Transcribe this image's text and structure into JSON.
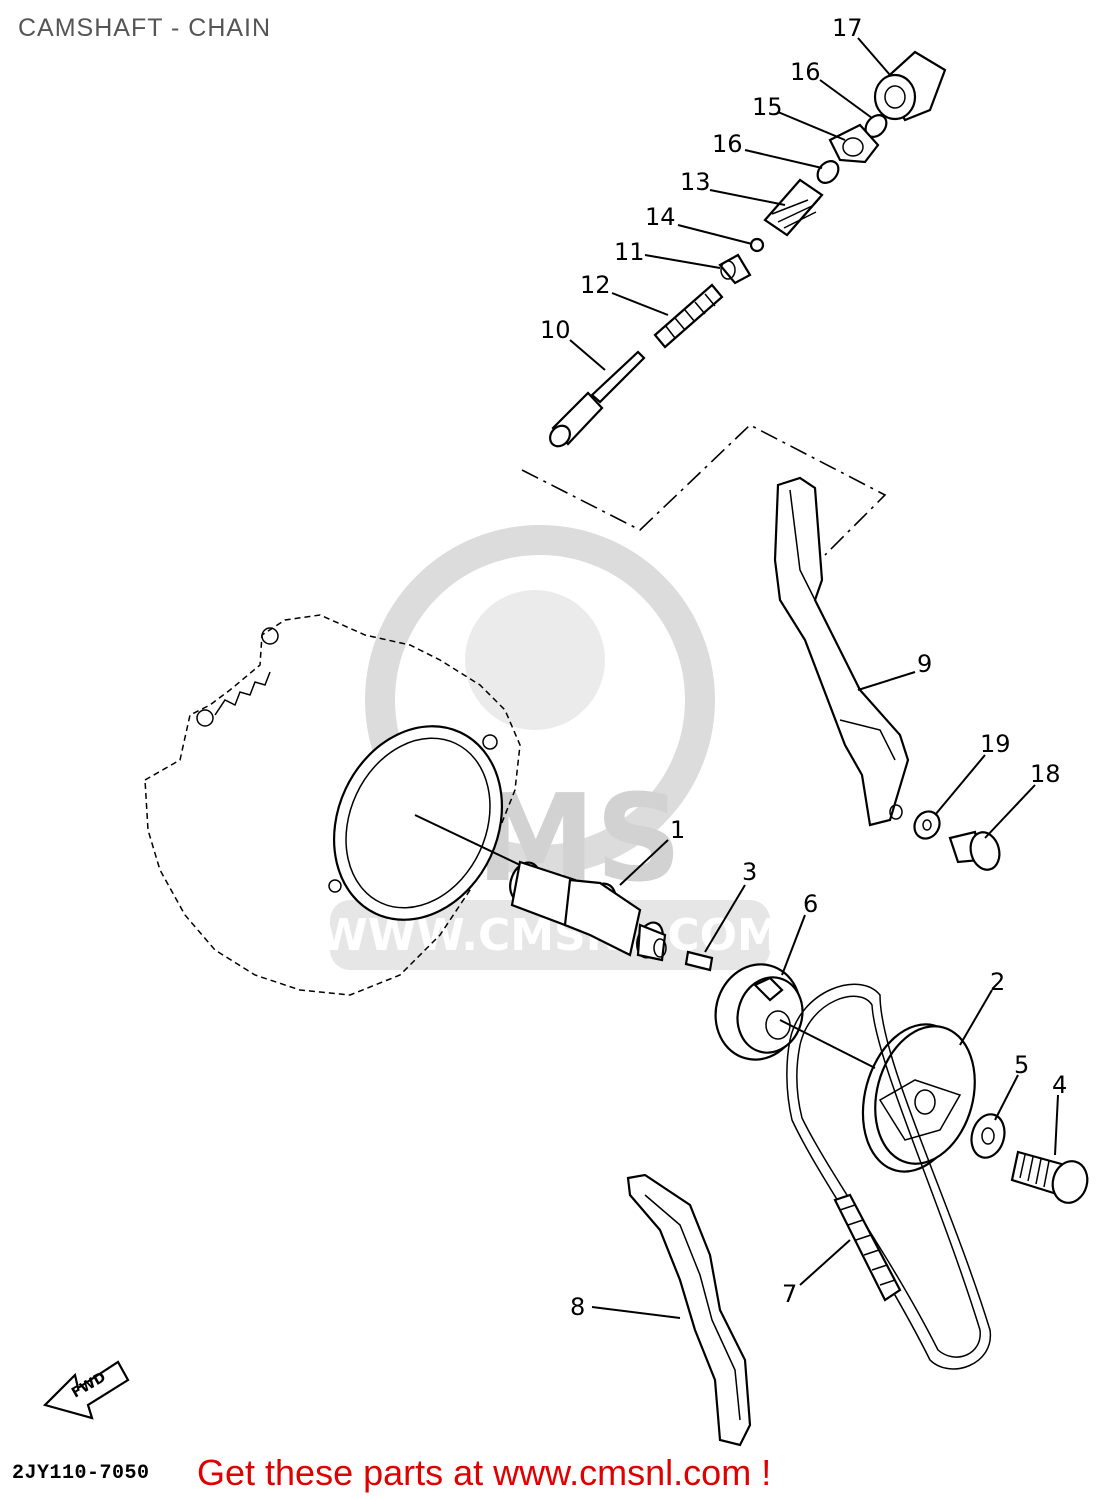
{
  "title": "CAMSHAFT - CHAIN",
  "diagram_code": "2JY110-7050",
  "promo_text": "Get these parts at www.cmsnl.com !",
  "watermark": {
    "brand": "CMS",
    "url": "WWW.CMSNL.COM"
  },
  "fwd_label": "FWD",
  "callouts": [
    "1",
    "2",
    "3",
    "4",
    "5",
    "6",
    "7",
    "8",
    "9",
    "10",
    "11",
    "12",
    "13",
    "14",
    "15",
    "16",
    "16",
    "17",
    "18",
    "19"
  ],
  "colors": {
    "promo": "#e00000",
    "watermark": "#d8d8d8",
    "ink": "#000000"
  }
}
